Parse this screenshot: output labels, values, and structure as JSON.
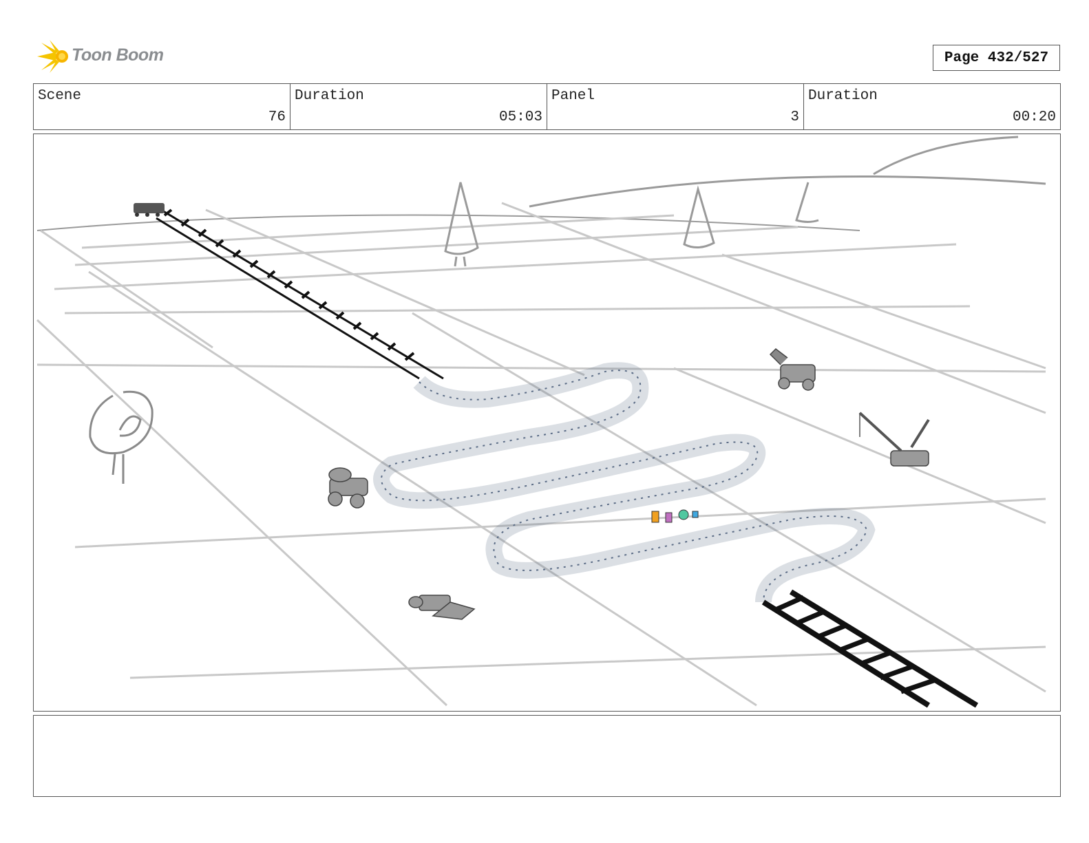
{
  "header": {
    "logo_text": "Toon Boom",
    "page_label": "Page 432/527"
  },
  "info": {
    "scene_label": "Scene",
    "scene_value": "76",
    "scene_duration_label": "Duration",
    "scene_duration_value": "05:03",
    "panel_label": "Panel",
    "panel_value": "3",
    "panel_duration_label": "Duration",
    "panel_duration_value": "00:20"
  },
  "notes": {
    "text": ""
  },
  "colors": {
    "logo_yellow": "#f5c400",
    "grid": "#c8c8c8",
    "track_blue": "#5b6c86",
    "rail_black": "#111111"
  }
}
